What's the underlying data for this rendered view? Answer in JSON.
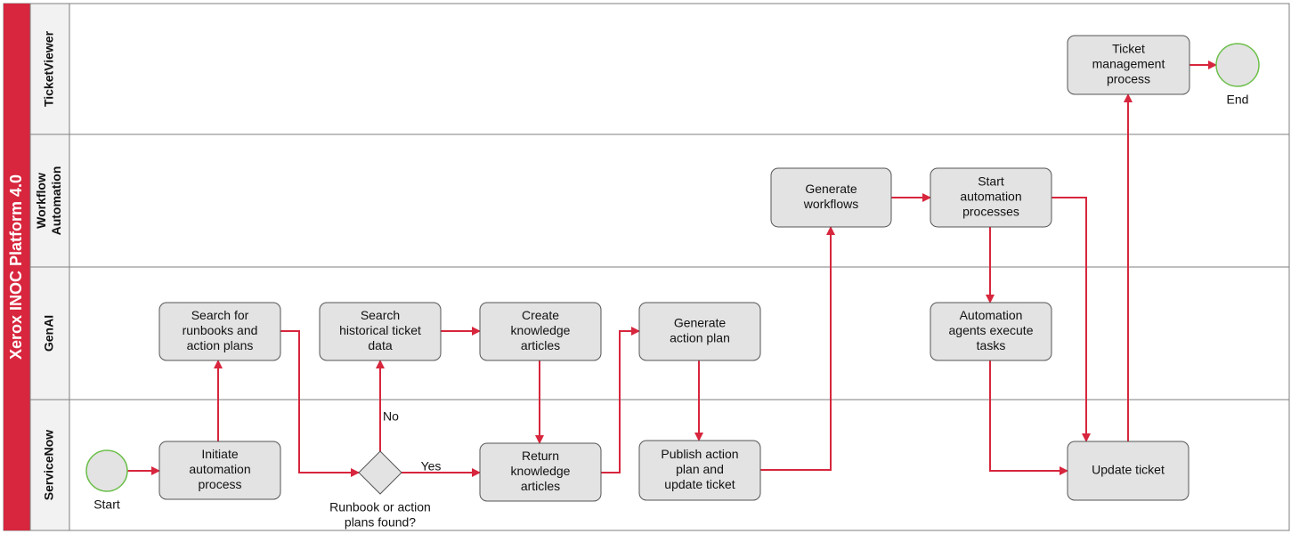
{
  "pool": {
    "title": "Xerox INOC Platform 4.0",
    "accent": "#d7263d"
  },
  "lanes": [
    {
      "id": "ticketviewer",
      "lines": [
        "TicketViewer"
      ]
    },
    {
      "id": "workflow",
      "lines": [
        "Workflow",
        "Automation"
      ]
    },
    {
      "id": "genai",
      "lines": [
        "GenAI"
      ]
    },
    {
      "id": "servicenow",
      "lines": [
        "ServiceNow"
      ]
    }
  ],
  "nodes": [
    {
      "id": "start",
      "shape": "circle",
      "label": "Start"
    },
    {
      "id": "initiate",
      "shape": "task",
      "lines": [
        "Initiate",
        "automation",
        "process"
      ]
    },
    {
      "id": "search_runbooks",
      "shape": "task",
      "lines": [
        "Search for",
        "runbooks and",
        "action plans"
      ]
    },
    {
      "id": "decision",
      "shape": "diamond",
      "lines": [
        "Runbook or action",
        "plans found?"
      ]
    },
    {
      "id": "search_hist",
      "shape": "task",
      "lines": [
        "Search",
        "historical ticket",
        "data"
      ]
    },
    {
      "id": "create_kb",
      "shape": "task",
      "lines": [
        "Create",
        "knowledge",
        "articles"
      ]
    },
    {
      "id": "return_kb",
      "shape": "task",
      "lines": [
        "Return",
        "knowledge",
        "articles"
      ]
    },
    {
      "id": "gen_plan",
      "shape": "task",
      "lines": [
        "Generate",
        "action plan"
      ]
    },
    {
      "id": "publish",
      "shape": "task",
      "lines": [
        "Publish action",
        "plan and",
        "update ticket"
      ]
    },
    {
      "id": "gen_wf",
      "shape": "task",
      "lines": [
        "Generate",
        "workflows"
      ]
    },
    {
      "id": "start_auto",
      "shape": "task",
      "lines": [
        "Start",
        "automation",
        "processes"
      ]
    },
    {
      "id": "agents",
      "shape": "task",
      "lines": [
        "Automation",
        "agents execute",
        "tasks"
      ]
    },
    {
      "id": "update",
      "shape": "task",
      "lines": [
        "Update ticket"
      ]
    },
    {
      "id": "ticket_mgmt",
      "shape": "task",
      "lines": [
        "Ticket",
        "management",
        "process"
      ]
    },
    {
      "id": "end",
      "shape": "circle",
      "label": "End"
    }
  ],
  "edges": [
    {
      "id": "e1",
      "from": "start",
      "to": "initiate"
    },
    {
      "id": "e2",
      "from": "initiate",
      "to": "search_runbooks"
    },
    {
      "id": "e3",
      "from": "search_runbooks",
      "to": "decision"
    },
    {
      "id": "e4",
      "from": "decision",
      "to": "search_hist",
      "label": "No"
    },
    {
      "id": "e5",
      "from": "decision",
      "to": "return_kb",
      "label": "Yes"
    },
    {
      "id": "e6",
      "from": "search_hist",
      "to": "create_kb"
    },
    {
      "id": "e7",
      "from": "create_kb",
      "to": "return_kb"
    },
    {
      "id": "e8",
      "from": "return_kb",
      "to": "gen_plan"
    },
    {
      "id": "e9",
      "from": "gen_plan",
      "to": "publish"
    },
    {
      "id": "e10",
      "from": "publish",
      "to": "gen_wf"
    },
    {
      "id": "e11",
      "from": "gen_wf",
      "to": "start_auto"
    },
    {
      "id": "e12",
      "from": "start_auto",
      "to": "agents"
    },
    {
      "id": "e13",
      "from": "start_auto",
      "to": "update"
    },
    {
      "id": "e14",
      "from": "agents",
      "to": "update"
    },
    {
      "id": "e15",
      "from": "update",
      "to": "ticket_mgmt"
    },
    {
      "id": "e16",
      "from": "ticket_mgmt",
      "to": "end"
    }
  ],
  "colors": {
    "node_fill": "#e3e3e3",
    "node_stroke": "#555555",
    "circle_stroke": "#6cbf4a",
    "edge": "#d7263d",
    "lane_border": "#7f7f7f",
    "lane_header_fill": "#f2f2f2"
  }
}
